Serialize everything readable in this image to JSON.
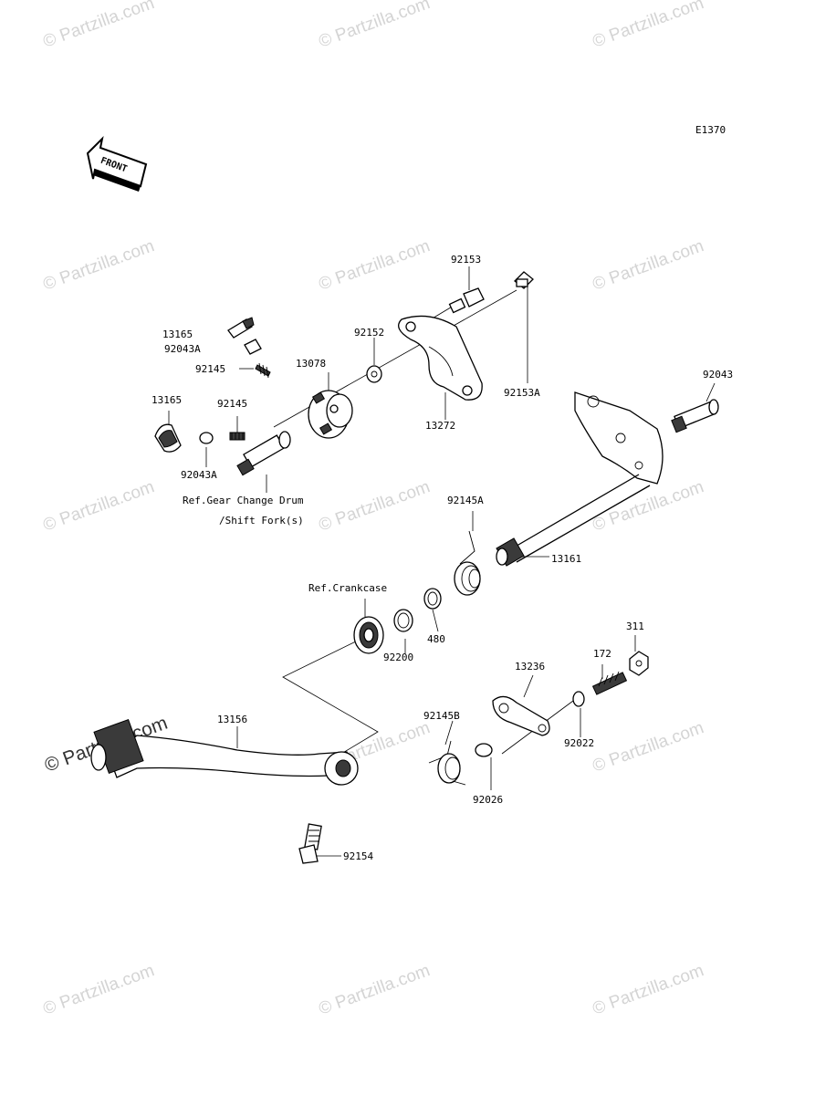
{
  "diagram": {
    "code": "E1370",
    "front_label": "FRONT",
    "parts": [
      {
        "id": "p-92153",
        "label": "92153"
      },
      {
        "id": "p-13165-top",
        "label": "13165"
      },
      {
        "id": "p-92043a-top",
        "label": "92043A"
      },
      {
        "id": "p-92152",
        "label": "92152"
      },
      {
        "id": "p-92145-top",
        "label": "92145"
      },
      {
        "id": "p-13078",
        "label": "13078"
      },
      {
        "id": "p-92153a",
        "label": "92153A"
      },
      {
        "id": "p-92043",
        "label": "92043"
      },
      {
        "id": "p-13165",
        "label": "13165"
      },
      {
        "id": "p-92145",
        "label": "92145"
      },
      {
        "id": "p-13272",
        "label": "13272"
      },
      {
        "id": "p-92043a",
        "label": "92043A"
      },
      {
        "id": "p-92145a",
        "label": "92145A"
      },
      {
        "id": "p-13161",
        "label": "13161"
      },
      {
        "id": "p-480",
        "label": "480"
      },
      {
        "id": "p-92200",
        "label": "92200"
      },
      {
        "id": "p-311",
        "label": "311"
      },
      {
        "id": "p-172",
        "label": "172"
      },
      {
        "id": "p-13236",
        "label": "13236"
      },
      {
        "id": "p-13156",
        "label": "13156"
      },
      {
        "id": "p-92145b",
        "label": "92145B"
      },
      {
        "id": "p-92022",
        "label": "92022"
      },
      {
        "id": "p-92026",
        "label": "92026"
      },
      {
        "id": "p-92154",
        "label": "92154"
      }
    ],
    "references": {
      "gear_change_line1": "Ref.Gear Change Drum",
      "gear_change_line2": "/Shift Fork(s)",
      "crankcase": "Ref.Crankcase"
    },
    "watermark": {
      "text": "© Partzilla.com",
      "color": "#d4d4d4"
    }
  }
}
